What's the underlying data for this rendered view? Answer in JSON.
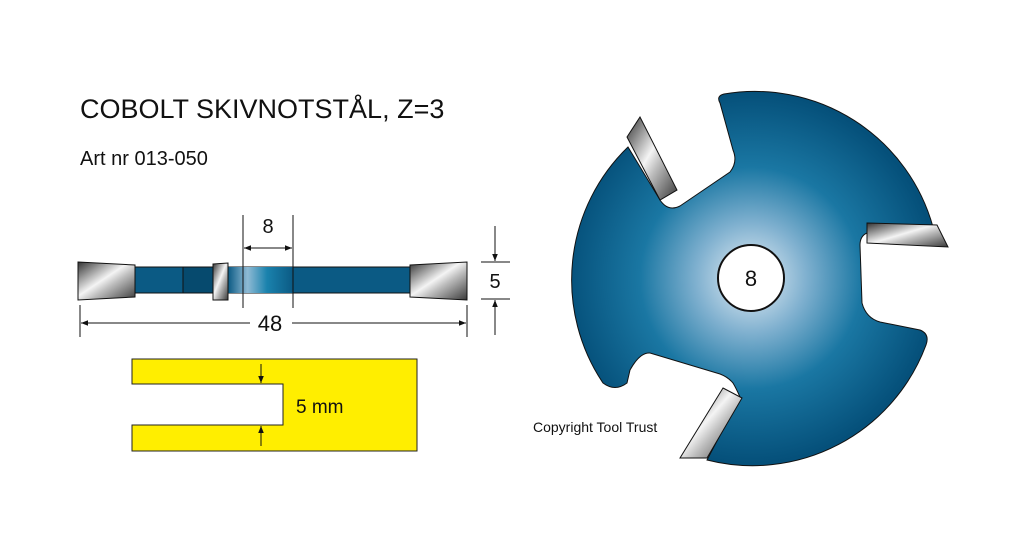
{
  "title": "COBOLT SKIVNOTSTÅL, Z=3",
  "article": "Art nr 013-050",
  "side_view": {
    "bore_dim": "8",
    "diameter_dim": "48",
    "thickness_dim": "5"
  },
  "groove": {
    "width_label": "5 mm"
  },
  "front_view": {
    "bore_label": "8"
  },
  "copyright": "Copyright Tool Trust",
  "colors": {
    "steel_blue": "#0b5a84",
    "groove_yellow": "#ffee00"
  }
}
